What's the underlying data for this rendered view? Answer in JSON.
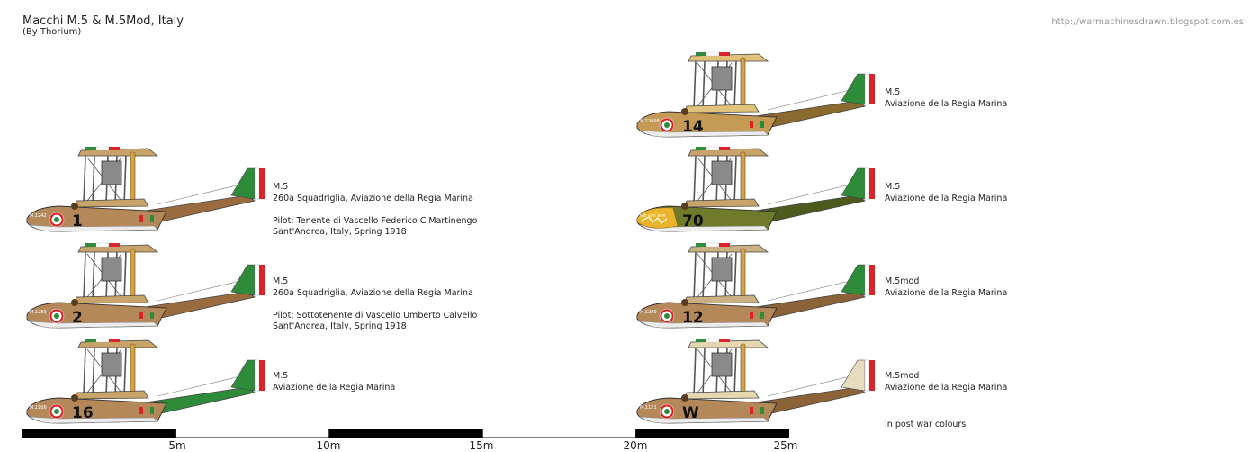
{
  "header": {
    "title": "Macchi M.5 & M.5Mod, Italy",
    "author": "(By Thorium)",
    "url": "http://warmachinesdrawn.blogspot.com.es"
  },
  "aircraft": [
    {
      "id": "left-1",
      "hull_number": "1",
      "serial": "M.1242",
      "scheme": "camo-italian",
      "caption": {
        "lines": [
          "M.5",
          "260a Squadriglia, Aviazione della Regia Marina",
          "",
          "Pilot: Tenente di Vascello Federico C Martinengo",
          "Sant'Andrea, Italy, Spring 1918"
        ]
      }
    },
    {
      "id": "left-2",
      "hull_number": "2",
      "serial": "M.1289",
      "scheme": "camo-italian",
      "caption": {
        "lines": [
          "M.5",
          "260a Squadriglia, Aviazione della Regia Marina",
          "",
          "Pilot: Sottotenente di Vascello Umberto Calvello",
          "Sant'Andrea, Italy, Spring 1918"
        ]
      }
    },
    {
      "id": "left-3",
      "hull_number": "16",
      "serial": "M.1106",
      "scheme": "camo-green",
      "caption": {
        "lines": [
          "M.5",
          "Aviazione della Regia Marina"
        ]
      }
    },
    {
      "id": "right-1",
      "hull_number": "14",
      "serial": "M.13498",
      "scheme": "leopard",
      "caption": {
        "lines": [
          "M.5",
          "Aviazione della Regia Marina"
        ]
      }
    },
    {
      "id": "right-2",
      "hull_number": "70",
      "serial": "Ich son ave",
      "scheme": "shark-green",
      "caption": {
        "lines": [
          "M.5",
          "Aviazione della Regia Marina"
        ]
      }
    },
    {
      "id": "right-3",
      "hull_number": "12",
      "serial": "M.1289",
      "scheme": "brown",
      "caption": {
        "lines": [
          "M.5mod",
          "Aviazione della Regia Marina"
        ]
      }
    },
    {
      "id": "right-4",
      "hull_number": "W",
      "serial": "M.1121",
      "scheme": "brown-postwar",
      "caption": {
        "lines": [
          "M.5mod",
          "Aviazione della Regia Marina"
        ]
      }
    }
  ],
  "postwar_note": "In post war colours",
  "scale": {
    "unit": "m",
    "ticks": [
      "5m",
      "10m",
      "15m",
      "20m",
      "25m"
    ]
  },
  "colors": {
    "green": "#2e8b3a",
    "red": "#d9252a",
    "hull_brown": "#b5885a",
    "hull_white": "#ececec",
    "olive": "#6f7a2a",
    "shark_yellow": "#e8b52c"
  }
}
